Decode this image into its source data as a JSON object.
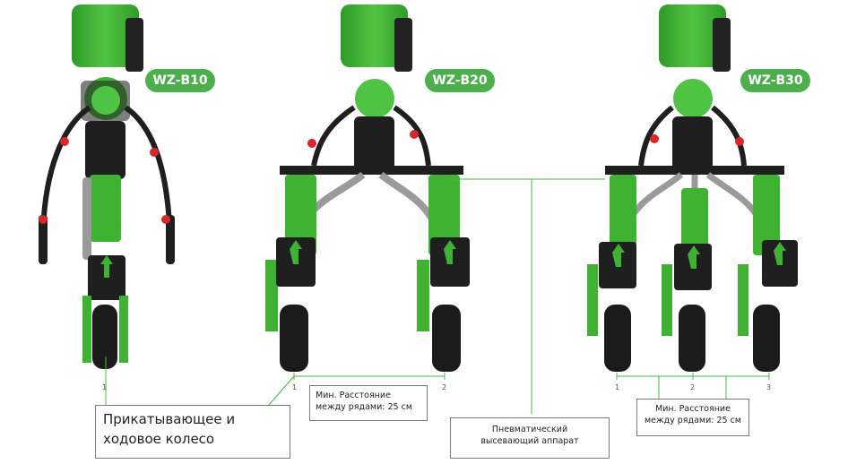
{
  "colors": {
    "machine_green": "#3fb234",
    "badge_green": "#4cae4c",
    "frame_dark": "#1f1f1f",
    "hose_grey": "#9a9a9a",
    "accent_red": "#d8262b",
    "accent_orange": "#f2b21c",
    "leader_line": "#49b848"
  },
  "models": [
    {
      "badge": "WZ-B10"
    },
    {
      "badge": "WZ-B20"
    },
    {
      "badge": "WZ-B30"
    }
  ],
  "ticks": {
    "b10": [
      "1"
    ],
    "b20": [
      "1",
      "2"
    ],
    "b30": [
      "1",
      "2",
      "3"
    ]
  },
  "callouts": {
    "press_wheel_line1": "Прикатывающее и",
    "press_wheel_line2": "ходовое колесо",
    "row_spacing_b20_line1": "Мин. Расстояние",
    "row_spacing_b20_line2": "между рядами: 25 см",
    "seeder_line1": "Пневматический",
    "seeder_line2": "высевающий аппарат",
    "row_spacing_b30_line1": "Мин. Расстояние",
    "row_spacing_b30_line2": "между рядами: 25 см"
  }
}
